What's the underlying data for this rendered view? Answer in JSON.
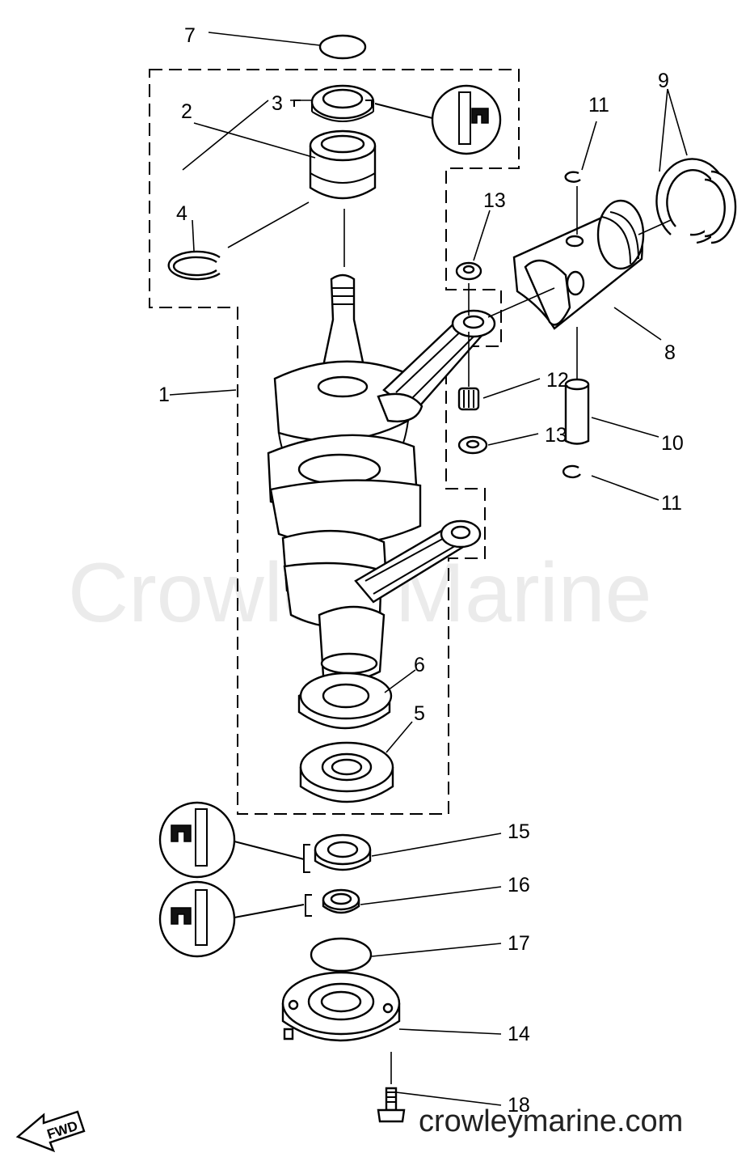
{
  "watermark": "Crowley Marine",
  "site_url": "crowleymarine.com",
  "direction_arrow": "FWD",
  "callouts": [
    "1",
    "2",
    "3",
    "4",
    "5",
    "6",
    "7",
    "8",
    "9",
    "10",
    "11",
    "11",
    "12",
    "13",
    "13",
    "14",
    "15",
    "16",
    "17",
    "18"
  ],
  "icons": [
    "grease-seal-detail-icon",
    "fwd-arrow-icon"
  ]
}
